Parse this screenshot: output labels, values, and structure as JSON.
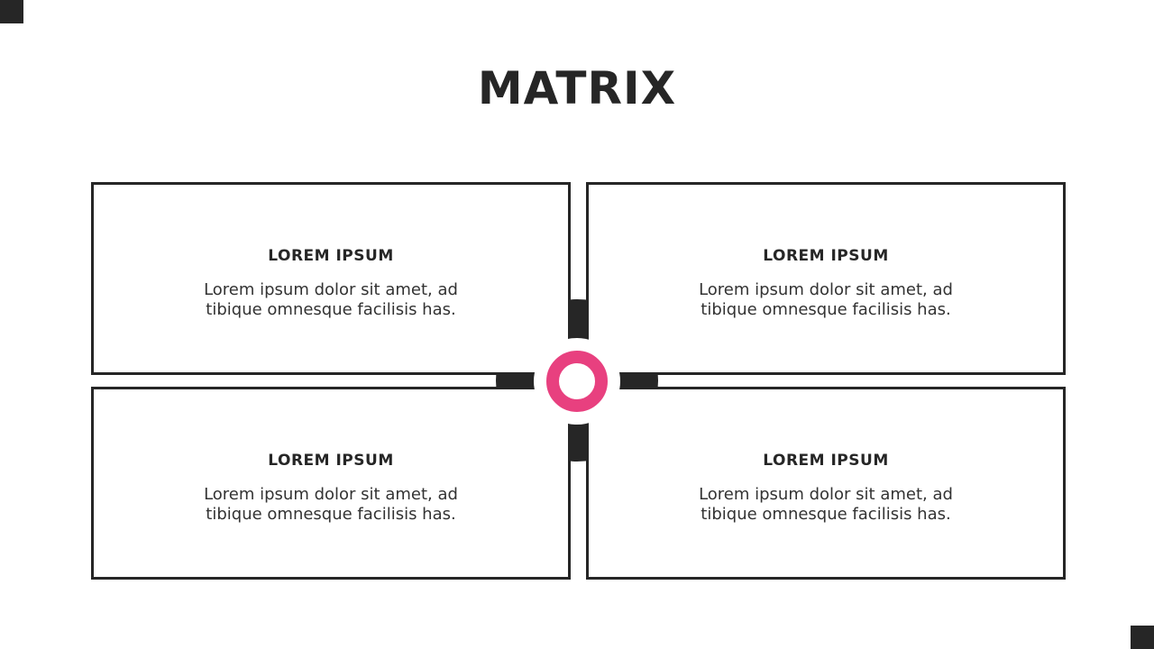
{
  "title": "MATRIX",
  "colors": {
    "dark": "#262626",
    "accent": "#e8407f",
    "background": "#ffffff"
  },
  "quadrants": [
    {
      "heading": "LOREM IPSUM",
      "text": "Lorem ipsum dolor sit amet, ad tibique omnesque facilisis has."
    },
    {
      "heading": "LOREM IPSUM",
      "text": "Lorem ipsum dolor sit amet, ad tibique omnesque facilisis has."
    },
    {
      "heading": "LOREM IPSUM",
      "text": "Lorem ipsum dolor sit amet, ad tibique omnesque facilisis has."
    },
    {
      "heading": "LOREM IPSUM",
      "text": "Lorem ipsum dolor sit amet, ad tibique omnesque facilisis has."
    }
  ]
}
